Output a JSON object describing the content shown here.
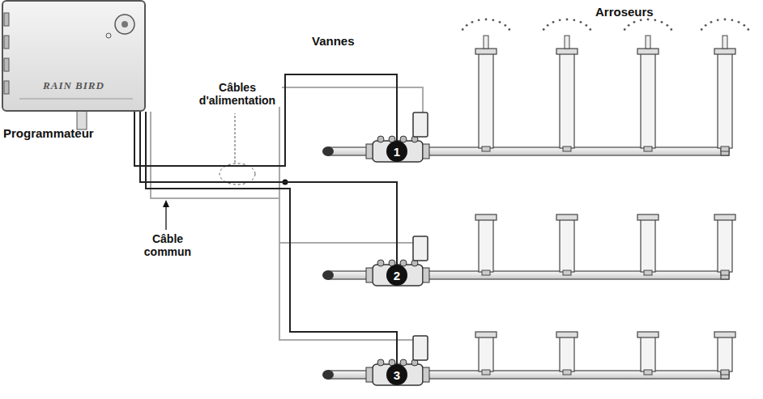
{
  "diagram": {
    "nodes": [
      {
        "text": [
          "RAIN BIRD"
        ]
      },
      {
        "text": [
          "1"
        ]
      },
      {
        "text": [
          "2"
        ]
      },
      {
        "text": [
          "3"
        ]
      }
    ],
    "edges": [
      {
        "from": 0,
        "to": 1,
        "arrow": "none"
      },
      {
        "from": 0,
        "to": 2,
        "arrow": "none"
      },
      {
        "from": 0,
        "to": 3,
        "arrow": "none"
      }
    ],
    "labels": [
      "Arroseurs",
      "Vannes",
      "Câbles d'alimentation",
      "Programmateur",
      "Câble commun"
    ]
  }
}
